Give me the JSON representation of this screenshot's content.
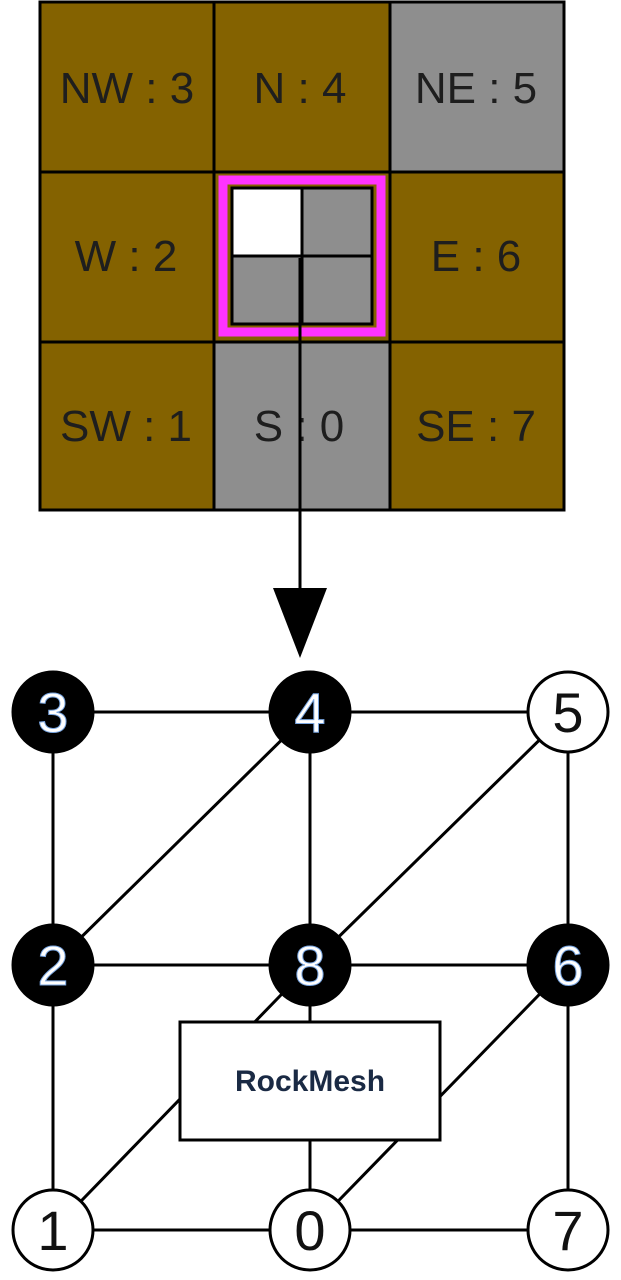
{
  "colors": {
    "rock": "#846200",
    "empty": "#8e8e8e",
    "highlight": "#ff33ff",
    "white": "#ffffff",
    "black": "#000000"
  },
  "grid": {
    "cells": [
      {
        "label": "NW : 3",
        "state": "rock"
      },
      {
        "label": "N : 4",
        "state": "rock"
      },
      {
        "label": "NE : 5",
        "state": "empty"
      },
      {
        "label": "W : 2",
        "state": "rock"
      },
      {
        "label": "",
        "state": "center"
      },
      {
        "label": "E : 6",
        "state": "rock"
      },
      {
        "label": "SW : 1",
        "state": "rock"
      },
      {
        "label": "S : 0",
        "state": "empty"
      },
      {
        "label": "SE : 7",
        "state": "rock"
      }
    ],
    "center_subcells": [
      "white",
      "empty",
      "empty",
      "empty"
    ]
  },
  "mesh": {
    "nodes": [
      {
        "label": "3",
        "filled": true
      },
      {
        "label": "4",
        "filled": true
      },
      {
        "label": "5",
        "filled": false
      },
      {
        "label": "2",
        "filled": true
      },
      {
        "label": "8",
        "filled": true
      },
      {
        "label": "6",
        "filled": true
      },
      {
        "label": "1",
        "filled": false
      },
      {
        "label": "0",
        "filled": false
      },
      {
        "label": "7",
        "filled": false
      }
    ],
    "edges": [
      [
        "3",
        "4"
      ],
      [
        "4",
        "5"
      ],
      [
        "2",
        "8"
      ],
      [
        "8",
        "6"
      ],
      [
        "1",
        "0"
      ],
      [
        "0",
        "7"
      ],
      [
        "3",
        "2"
      ],
      [
        "2",
        "1"
      ],
      [
        "4",
        "8"
      ],
      [
        "8",
        "0"
      ],
      [
        "5",
        "6"
      ],
      [
        "6",
        "7"
      ],
      [
        "2",
        "4"
      ],
      [
        "8",
        "5"
      ],
      [
        "1",
        "8"
      ],
      [
        "0",
        "6"
      ]
    ],
    "box_label": "RockMesh"
  }
}
